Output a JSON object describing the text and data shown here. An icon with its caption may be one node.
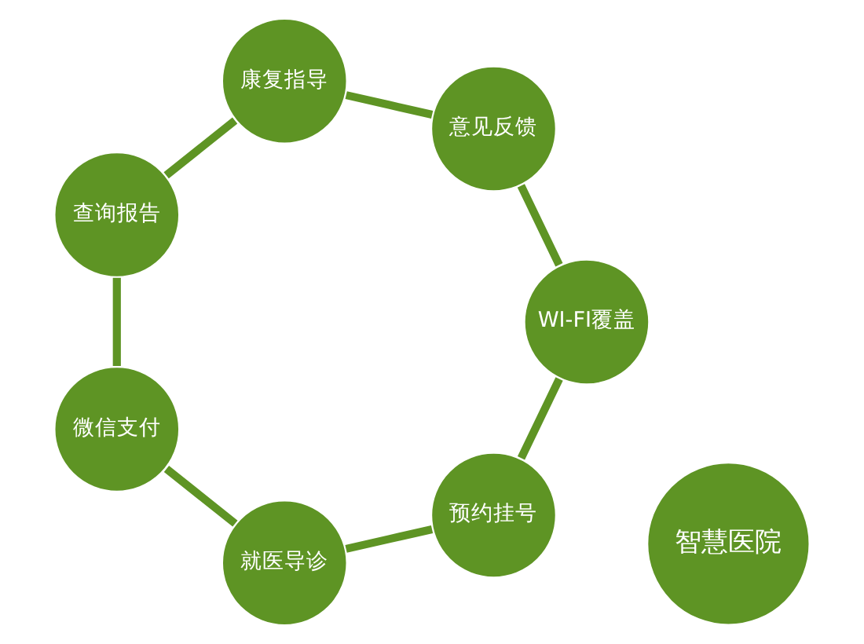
{
  "diagram": {
    "nodes": [
      {
        "text": [
          "智慧医院"
        ]
      },
      {
        "text": [
          "预约挂号"
        ]
      },
      {
        "text": [
          "就医导诊"
        ]
      },
      {
        "text": [
          "微信支付"
        ]
      },
      {
        "text": [
          "查询报告"
        ]
      },
      {
        "text": [
          "康复指导"
        ]
      },
      {
        "text": [
          "意见反馈"
        ]
      },
      {
        "text": [
          "WI-FI覆盖"
        ]
      }
    ],
    "edges": [
      {
        "from": 1,
        "to": 2,
        "arrow": "none"
      },
      {
        "from": 2,
        "to": 3,
        "arrow": "none"
      },
      {
        "from": 3,
        "to": 4,
        "arrow": "none"
      },
      {
        "from": 4,
        "to": 5,
        "arrow": "none"
      },
      {
        "from": 5,
        "to": 6,
        "arrow": "none"
      },
      {
        "from": 6,
        "to": 7,
        "arrow": "none"
      },
      {
        "from": 7,
        "to": 1,
        "arrow": "none"
      }
    ]
  }
}
